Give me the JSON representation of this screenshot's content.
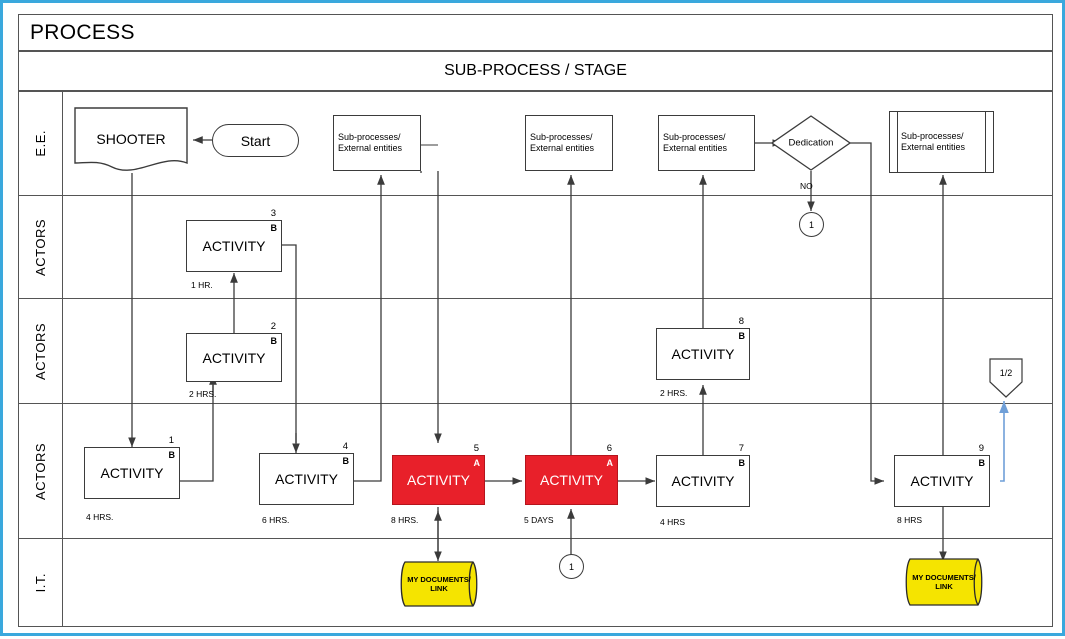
{
  "page": {
    "accent_border_color": "#3aa8dd",
    "line_color": "#555555",
    "activity_red": "#e8202a",
    "database_yellow": "#f5e400",
    "link_blue": "#6f9fd8"
  },
  "header": {
    "process_title": "PROCESS",
    "subprocess_title": "SUB-PROCESS / STAGE"
  },
  "lanes": [
    {
      "label": "E.E."
    },
    {
      "label": "ACTORS"
    },
    {
      "label": "ACTORS"
    },
    {
      "label": "ACTORS"
    },
    {
      "label": "I.T."
    }
  ],
  "nodes": {
    "shooter": {
      "label": "SHOOTER",
      "shape": "document"
    },
    "start": {
      "label": "Start",
      "shape": "terminator"
    },
    "subprocess_1": {
      "line1": "Sub-processes/",
      "line2": "External entities",
      "shape": "process"
    },
    "subprocess_2": {
      "line1": "Sub-processes/",
      "line2": "External entities",
      "shape": "process"
    },
    "subprocess_3": {
      "line1": "Sub-processes/",
      "line2": "External entities",
      "shape": "process"
    },
    "subprocess_4": {
      "line1": "Sub-processes/",
      "line2": "External entities",
      "shape": "predefined-process"
    },
    "dedication": {
      "label": "Dedication",
      "shape": "decision"
    },
    "dedication_no_label": "NO",
    "connector_no": {
      "label": "1",
      "shape": "connector"
    },
    "connector_it": {
      "label": "1",
      "shape": "connector"
    },
    "offpage_half": {
      "label": "1/2",
      "shape": "off-page-connector"
    },
    "db_left": {
      "line1": "MY DOCUMENTS/",
      "line2": "LINK",
      "shape": "database"
    },
    "db_right": {
      "line1": "MY DOCUMENTS/",
      "line2": "LINK",
      "shape": "database"
    }
  },
  "activities": [
    {
      "id": 1,
      "label": "ACTIVITY",
      "number": "1",
      "corner": "B",
      "duration": "4 HRS.",
      "color": "white",
      "lane": 3
    },
    {
      "id": 2,
      "label": "ACTIVITY",
      "number": "2",
      "corner": "B",
      "duration": "2 HRS.",
      "color": "white",
      "lane": 2
    },
    {
      "id": 3,
      "label": "ACTIVITY",
      "number": "3",
      "corner": "B",
      "duration": "1 HR.",
      "color": "white",
      "lane": 1
    },
    {
      "id": 4,
      "label": "ACTIVITY",
      "number": "4",
      "corner": "B",
      "duration": "6 HRS.",
      "color": "white",
      "lane": 3
    },
    {
      "id": 5,
      "label": "ACTIVITY",
      "number": "5",
      "corner": "A",
      "duration": "8 HRS.",
      "color": "red",
      "lane": 3
    },
    {
      "id": 6,
      "label": "ACTIVITY",
      "number": "6",
      "corner": "A",
      "duration": "5 DAYS",
      "color": "red",
      "lane": 3
    },
    {
      "id": 7,
      "label": "ACTIVITY",
      "number": "7",
      "corner": "B",
      "duration": "4 HRS",
      "color": "white",
      "lane": 3
    },
    {
      "id": 8,
      "label": "ACTIVITY",
      "number": "8",
      "corner": "B",
      "duration": "2 HRS.",
      "color": "white",
      "lane": 2
    },
    {
      "id": 9,
      "label": "ACTIVITY",
      "number": "9",
      "corner": "B",
      "duration": "8 HRS",
      "color": "white",
      "lane": 3
    }
  ]
}
